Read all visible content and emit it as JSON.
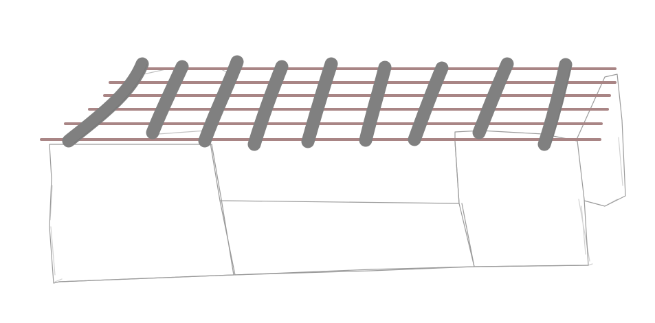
{
  "scene": {
    "description_visible_text": "",
    "colors": {
      "background": "#ffffff",
      "sketch_lines": "#9a9a9a",
      "rails": "#a98585",
      "rail_dark": "#8b6e6e",
      "ties": "#808080"
    },
    "objects": {
      "rail_count": 6,
      "tie_count": 9,
      "block_count": 4
    }
  }
}
